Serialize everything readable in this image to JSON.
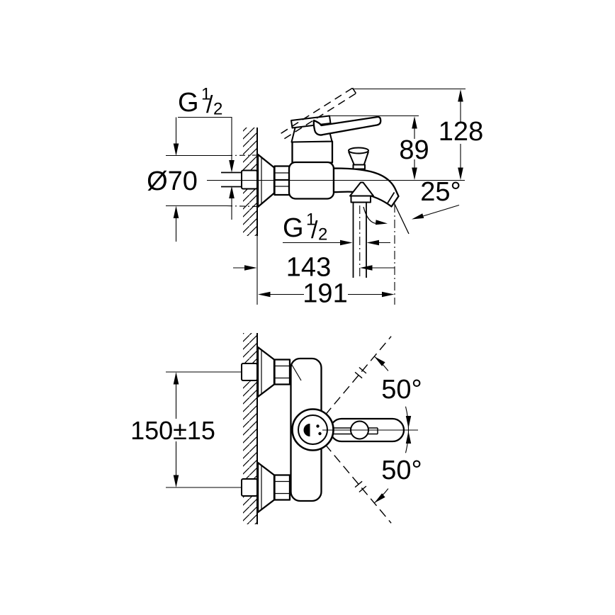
{
  "page": {
    "background": "#ffffff",
    "line_color": "#000000"
  },
  "side_view": {
    "inlet_thread": {
      "base": "G",
      "sup": "1",
      "slash": "/",
      "sub": "2"
    },
    "escutcheon_diameter": "Ø70",
    "lever_height": "89",
    "raised_lever_height": "128",
    "spout_angle": "25°",
    "outlet_thread": {
      "base": "G",
      "sup": "1",
      "slash": "/",
      "sub": "2"
    },
    "wall_to_outlet": "143",
    "wall_to_spout_tip": "191"
  },
  "plan_view": {
    "connection_spacing": "150±15",
    "swing_upper": "50°",
    "swing_lower": "50°"
  }
}
